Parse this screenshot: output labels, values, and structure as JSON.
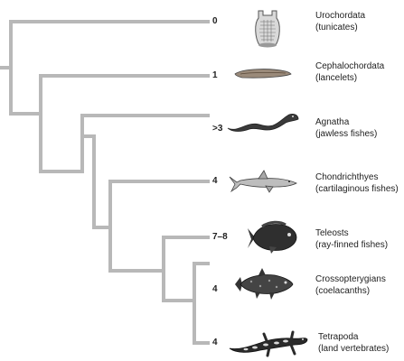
{
  "taxa": [
    {
      "id": "urochordata",
      "count": "0",
      "name": "Urochordata",
      "common": "(tunicates)"
    },
    {
      "id": "cephalochordata",
      "count": "1",
      "name": "Cephalochordata",
      "common": "(lancelets)"
    },
    {
      "id": "agnatha",
      "count": ">3",
      "name": "Agnatha",
      "common": "(jawless fishes)"
    },
    {
      "id": "chondrichthyes",
      "count": "4",
      "name": "Chondrichthyes",
      "common": "(cartilaginous fishes)"
    },
    {
      "id": "teleosts",
      "count": "7–8",
      "name": "Teleosts",
      "common": "(ray-finned fishes)"
    },
    {
      "id": "crossopterygians",
      "count": "4",
      "name": "Crossopterygians",
      "common": "(coelacanths)"
    },
    {
      "id": "tetrapoda",
      "count": "4",
      "name": "Tetrapoda",
      "common": "(land vertebrates)"
    }
  ],
  "icons": [
    "tunicate-icon",
    "lancelet-icon",
    "lamprey-icon",
    "shark-icon",
    "teleost-fish-icon",
    "coelacanth-icon",
    "salamander-icon"
  ],
  "colors": {
    "branch": "#b8b8b8",
    "text": "#222222"
  }
}
